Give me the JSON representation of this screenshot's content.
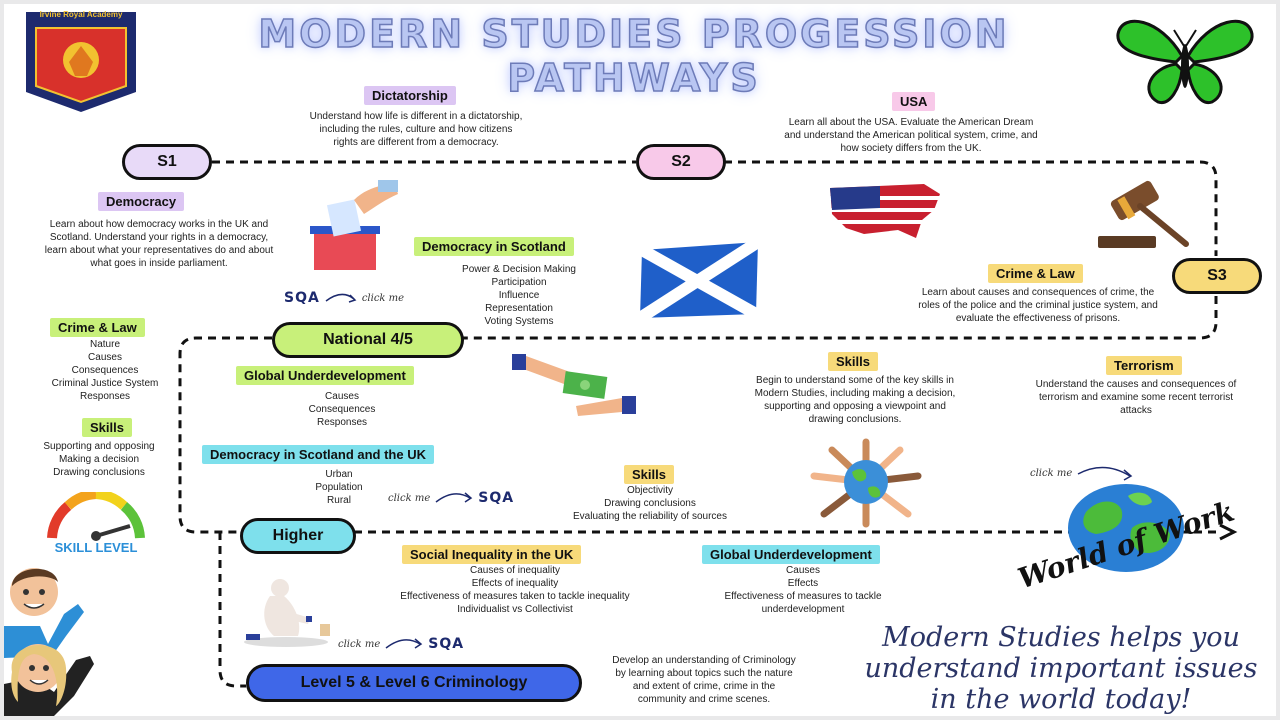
{
  "badge": {
    "school": "Irvine Royal Academy"
  },
  "title": "MODERN STUDIES PROGESSION PATHWAYS",
  "stages": {
    "s1": "S1",
    "s2": "S2",
    "s3": "S3",
    "national": "National 4/5",
    "higher": "Higher",
    "criminology": "Level 5 & Level 6 Criminology"
  },
  "dictatorship": {
    "heading": "Dictatorship",
    "lines": [
      "Understand how life is different in a dictatorship,",
      "including the rules, culture and how citizens",
      "rights are different from a democracy."
    ]
  },
  "usa": {
    "heading": "USA",
    "lines": [
      "Learn all about the USA. Evaluate the American Dream",
      "and understand the American political system, crime, and",
      "how society differs from the UK."
    ]
  },
  "democracy": {
    "heading": "Democracy",
    "lines": [
      "Learn about how democracy works in the UK and",
      "Scotland. Understand your rights in a democracy,",
      "learn about what your representatives do and about",
      "what goes in inside parliament."
    ]
  },
  "democracy_scotland": {
    "heading": "Democracy in Scotland",
    "items": [
      "Power & Decision Making",
      "Participation",
      "Influence",
      "Representation",
      "Voting Systems"
    ]
  },
  "crime_law_s3": {
    "heading": "Crime & Law",
    "lines": [
      "Learn about causes and consequences of crime, the",
      "roles of the police and the criminal justice system, and",
      "evaluate the effectiveness of prisons."
    ]
  },
  "crime_law_nat": {
    "heading": "Crime & Law",
    "items": [
      "Nature",
      "Causes",
      "Consequences",
      "Criminal Justice System",
      "Responses"
    ]
  },
  "skills_nat": {
    "heading": "Skills",
    "items": [
      "Supporting and opposing",
      "Making a decision",
      "Drawing conclusions"
    ]
  },
  "skill_level": "SKILL LEVEL",
  "global_underdev_nat": {
    "heading": "Global Underdevelopment",
    "items": [
      "Causes",
      "Consequences",
      "Responses"
    ]
  },
  "democracy_scotland_uk": {
    "heading": "Democracy in Scotland and the UK",
    "items": [
      "Urban",
      "Population",
      "Rural"
    ]
  },
  "skills_mid": {
    "heading": "Skills",
    "lines": [
      "Begin to understand some of the key skills in",
      "Modern Studies, including making a decision,",
      "supporting and opposing a viewpoint and",
      "drawing conclusions."
    ]
  },
  "terrorism": {
    "heading": "Terrorism",
    "lines": [
      "Understand the causes and consequences of",
      "terrorism and examine some recent terrorist",
      "attacks"
    ]
  },
  "skills_nat2": {
    "heading": "Skills",
    "items": [
      "Objectivity",
      "Drawing conclusions",
      "Evaluating the reliability of sources"
    ]
  },
  "social_inequality": {
    "heading": "Social Inequality in the UK",
    "items": [
      "Causes of inequality",
      "Effects of inequality",
      "Effectiveness of measures taken to tackle inequality",
      "Individualist vs Collectivist"
    ]
  },
  "global_underdev_higher": {
    "heading": "Global Underdevelopment",
    "items": [
      "Causes",
      "Effects",
      "Effectiveness of measures to tackle",
      "underdevelopment"
    ]
  },
  "criminology": {
    "lines": [
      "Develop an understanding of Criminology",
      "by learning about topics such the nature",
      "and extent of crime, crime in the",
      "community and crime scenes."
    ]
  },
  "world_of_work": "World of Work",
  "tagline": [
    "Modern Studies helps you",
    "understand important issues",
    "in the world today!"
  ],
  "click_me": "click me",
  "sqa": "SQA",
  "colors": {
    "lavender": "#dcc6f3",
    "lime": "#c8f07a",
    "yellow": "#f7da7a",
    "cyan": "#7ee0ec",
    "pink": "#f8c9e9",
    "blue_pill": "#3f67e8"
  }
}
